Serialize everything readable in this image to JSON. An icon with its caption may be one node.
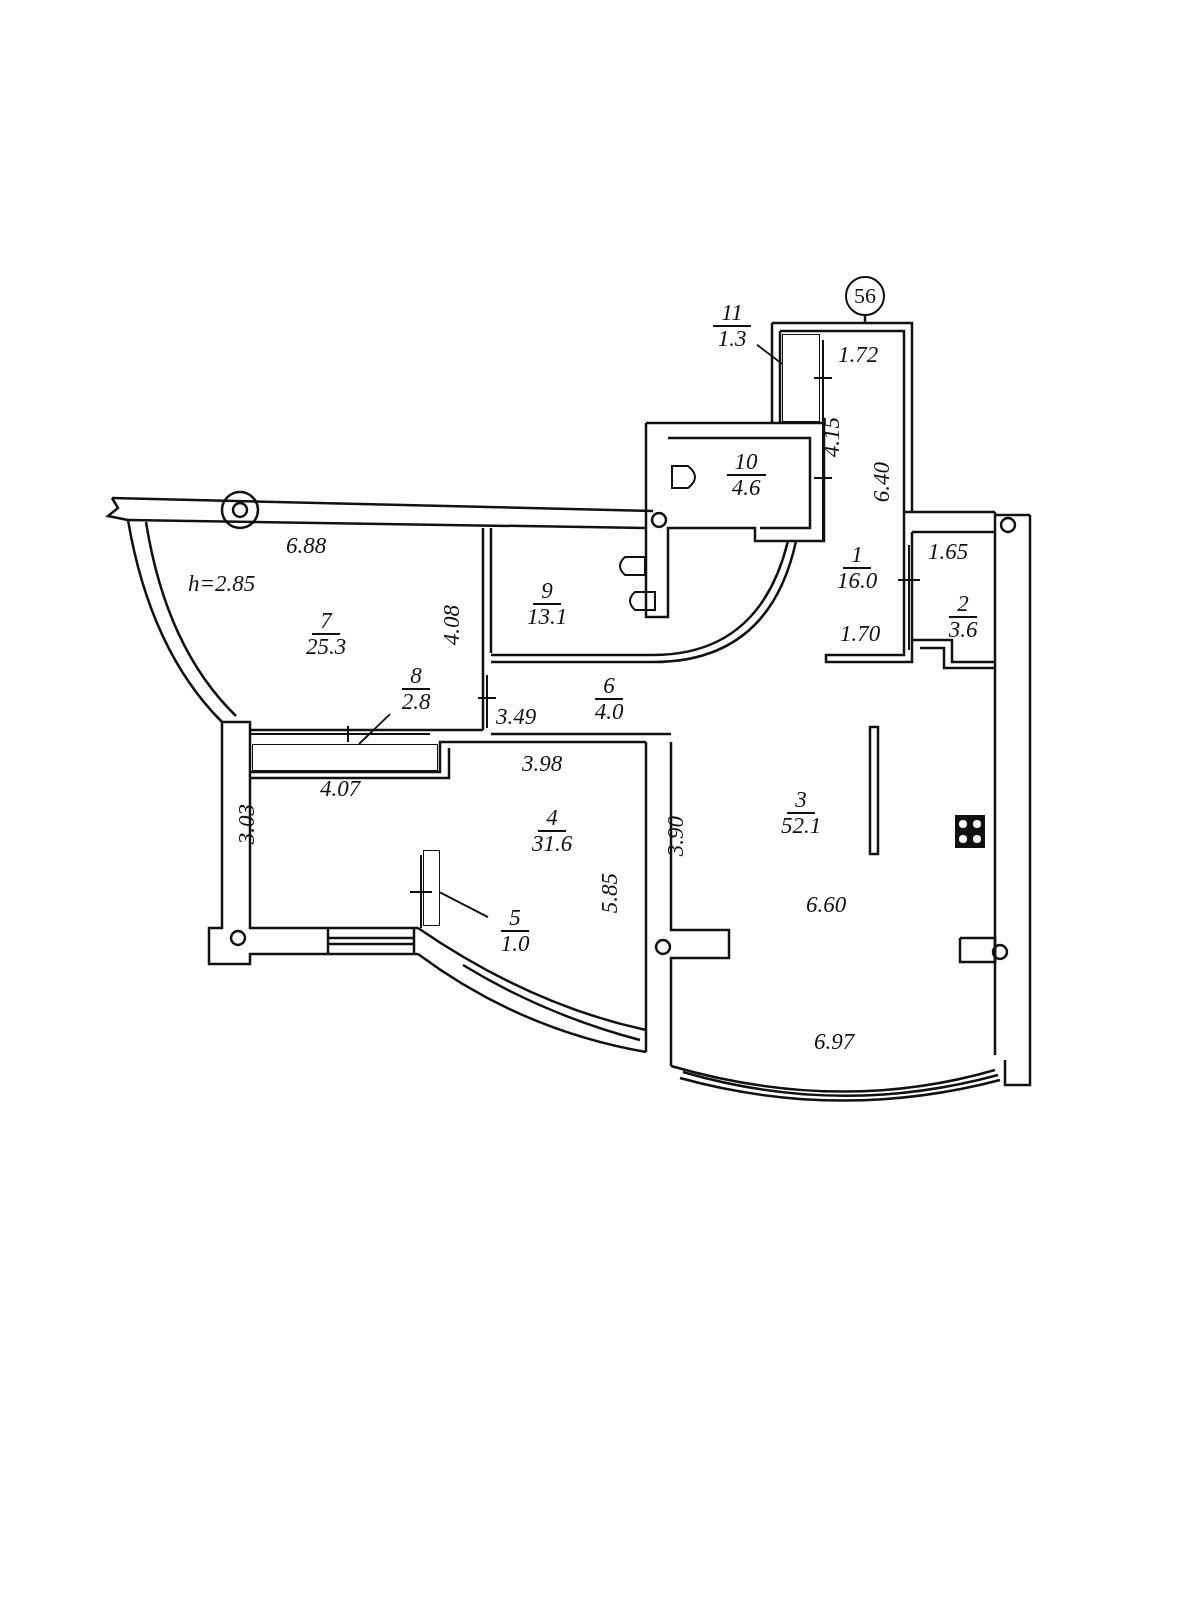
{
  "diagram": {
    "nodes": [
      {
        "text": [
          "56"
        ]
      },
      {
        "text": [
          "11",
          "1.3"
        ]
      },
      {
        "text": [],
        "shape": "box"
      },
      {
        "text": [
          "10",
          "4.6"
        ]
      },
      {
        "text": [
          "1",
          "16.0"
        ]
      },
      {
        "text": [
          "2",
          "3.6"
        ]
      },
      {
        "text": [
          "9",
          "13.1"
        ]
      },
      {
        "text": [
          "7",
          "25.3"
        ]
      },
      {
        "text": [
          "8",
          "2.8"
        ]
      },
      {
        "text": [],
        "shape": "box"
      },
      {
        "text": [
          "6",
          "4.0"
        ]
      },
      {
        "text": [
          "3",
          "52.1"
        ]
      },
      {
        "text": [
          "4",
          "31.6"
        ]
      },
      {
        "text": [
          "5",
          "1.0"
        ]
      },
      {
        "text": [],
        "shape": "box"
      }
    ],
    "edges": [
      {
        "from": 1,
        "to": 2,
        "arrow": "none"
      },
      {
        "from": 8,
        "to": 9,
        "arrow": "none"
      },
      {
        "from": 13,
        "to": 14,
        "arrow": "none"
      }
    ],
    "labels": [
      "1.72",
      "4.15",
      "6.40",
      "1.65",
      "6.88",
      "h=2.85",
      "1.70",
      "4.08",
      "3.49",
      "3.98",
      "4.07",
      "3.03",
      "3.90",
      "5.85",
      "6.60",
      "6.97"
    ]
  }
}
